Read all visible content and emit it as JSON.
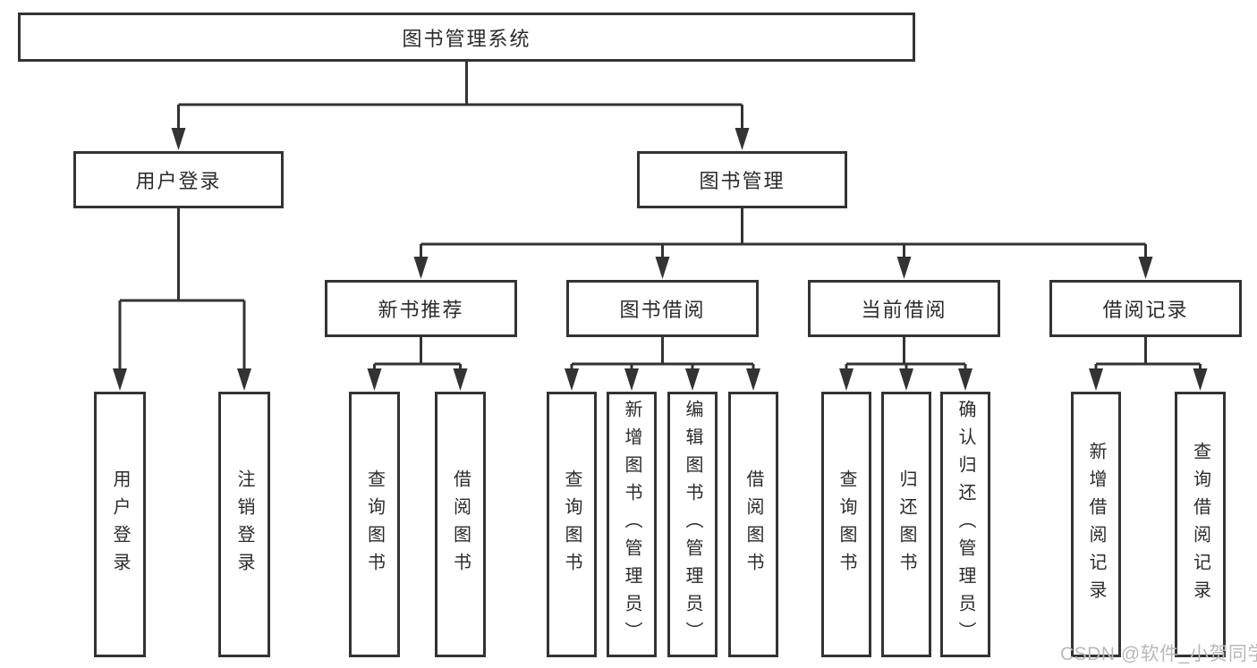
{
  "colors": {
    "line": "#333333",
    "box_border": "#333333",
    "text": "#2b2b2b",
    "watermark": "#b9b9b9",
    "background": "#ffffff"
  },
  "watermark": {
    "text": "CSDN @软件_小贺同学"
  },
  "tree": {
    "label": "图书管理系统",
    "children": [
      {
        "label": "用户登录",
        "children": [
          {
            "label": "用户登录"
          },
          {
            "label": "注销登录"
          }
        ]
      },
      {
        "label": "图书管理",
        "children": [
          {
            "label": "新书推荐",
            "children": [
              {
                "label": "查询图书"
              },
              {
                "label": "借阅图书"
              }
            ]
          },
          {
            "label": "图书借阅",
            "children": [
              {
                "label": "查询图书"
              },
              {
                "label": "新增图书（管理员）"
              },
              {
                "label": "编辑图书（管理员）"
              },
              {
                "label": "借阅图书"
              }
            ]
          },
          {
            "label": "当前借阅",
            "children": [
              {
                "label": "查询图书"
              },
              {
                "label": "归还图书"
              },
              {
                "label": "确认归还（管理员）"
              }
            ]
          },
          {
            "label": "借阅记录",
            "children": [
              {
                "label": "新增借阅记录"
              },
              {
                "label": "查询借阅记录"
              }
            ]
          }
        ]
      }
    ]
  }
}
